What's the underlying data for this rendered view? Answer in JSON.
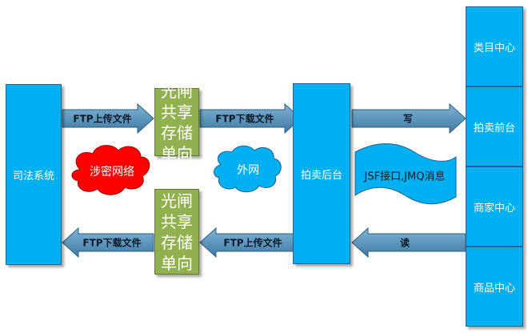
{
  "judicial_system": "司法系统",
  "auction_backend": "拍卖后台",
  "gate_top": [
    "光闸",
    "共享",
    "存储",
    "单向"
  ],
  "gate_bottom": [
    "光闸",
    "共享",
    "存储",
    "单向"
  ],
  "right_panel": [
    "类目中心",
    "拍卖前台",
    "商家中心",
    "商品中心"
  ],
  "arrows": {
    "ftp_upload_top": "FTP上传文件",
    "ftp_download_top": "FTP下载文件",
    "write": "写",
    "ftp_download_bottom": "FTP下载文件",
    "ftp_upload_bottom": "FTP上传文件",
    "read": "读"
  },
  "cloud_secret": "涉密网络",
  "cloud_external": "外网",
  "banner": "JSF接口,JMQ消息",
  "colors": {
    "box_blue": "#00b0f0",
    "gate_green": "#92b050",
    "arrow_fill": "#4a88b0",
    "cloud_red": "#ff0000",
    "cloud_blue": "#00b0f0"
  }
}
